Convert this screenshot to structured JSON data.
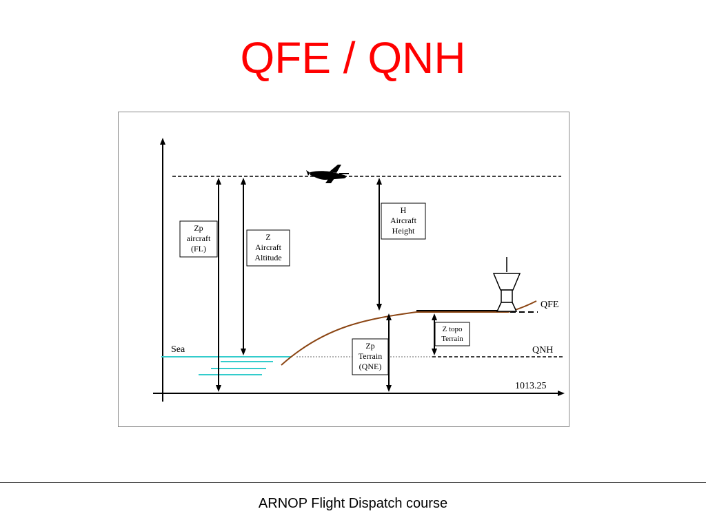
{
  "slide": {
    "title": "QFE / QNH",
    "footer": "ARNOP Flight Dispatch course"
  },
  "diagram": {
    "labels": {
      "sea": "Sea",
      "qfe": "QFE",
      "qnh": "QNH",
      "std_pressure": "1013.25"
    },
    "boxes": {
      "zp_aircraft": [
        "Zp",
        "aircraft",
        "(FL)"
      ],
      "z_altitude": [
        "Z",
        "Aircraft",
        "Altitude"
      ],
      "h_height": [
        "H",
        "Aircraft",
        "Height"
      ],
      "zp_terrain": [
        "Zp",
        "Terrain",
        "(QNE)"
      ],
      "z_topo": [
        "Z topo",
        "Terrain"
      ]
    },
    "colors": {
      "title": "#ff0000",
      "sea": "#33cccc",
      "terrain": "#8b4513",
      "lines": "#000000"
    },
    "icons": [
      "airplane-icon",
      "control-tower-icon"
    ]
  }
}
